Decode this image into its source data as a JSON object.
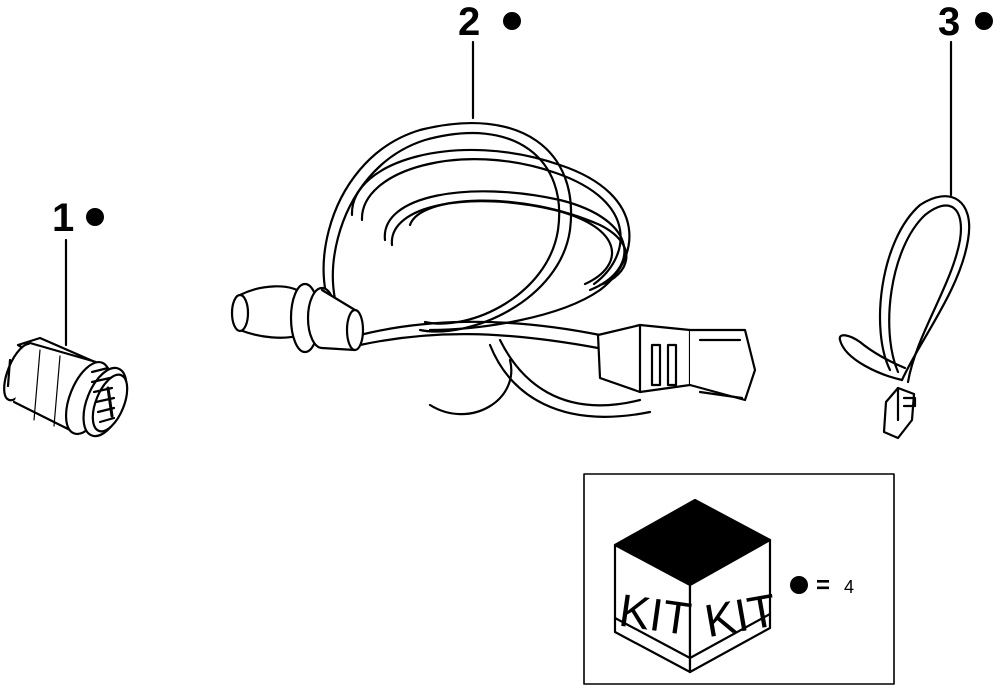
{
  "callouts": [
    {
      "number": "1"
    },
    {
      "number": "2"
    },
    {
      "number": "3"
    }
  ],
  "kit_box": {
    "face_label_left": "KIT",
    "face_label_right": "KIT",
    "legend_equals": "=",
    "legend_value": "4"
  }
}
